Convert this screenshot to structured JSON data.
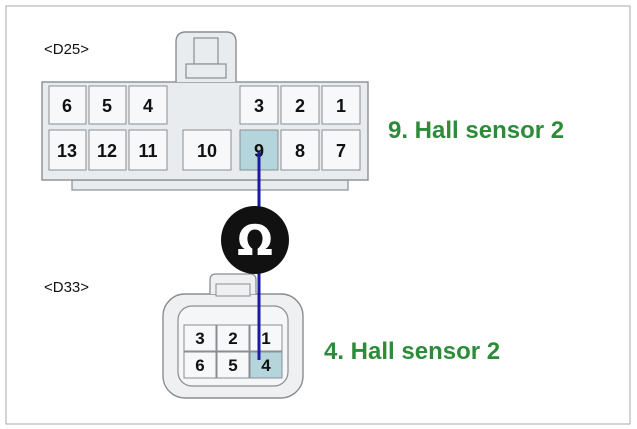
{
  "colors": {
    "housing_fill": "#e9ecee",
    "housing_stroke": "#8a8e92",
    "highlight": "#b5d5dc",
    "wire": "#1a1aa8",
    "callout_text": "#2e8b3a",
    "meter_fill": "#111111"
  },
  "connector_d25": {
    "label": "<D25>",
    "top_row": [
      "6",
      "5",
      "4",
      "3",
      "2",
      "1"
    ],
    "bottom_row": [
      "13",
      "12",
      "11",
      "10",
      "9",
      "8",
      "7"
    ],
    "highlighted_pin": "9",
    "callout": "9. Hall sensor 2"
  },
  "connector_d33": {
    "label": "<D33>",
    "top_row": [
      "3",
      "2",
      "1"
    ],
    "bottom_row": [
      "6",
      "5",
      "4"
    ],
    "highlighted_pin": "4",
    "callout": "4. Hall sensor 2"
  },
  "meter": {
    "icon": "ohm-meter-icon",
    "symbol": "Ω"
  }
}
